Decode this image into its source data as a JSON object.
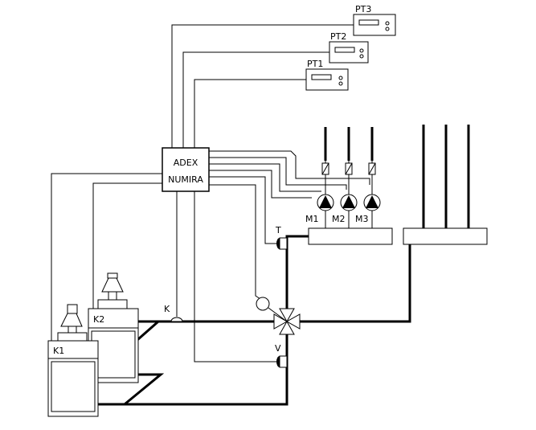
{
  "controller": {
    "line1": "ADEX",
    "line2": "NUMIRA"
  },
  "thermostats": [
    {
      "label": "PT1"
    },
    {
      "label": "PT2"
    },
    {
      "label": "PT3"
    }
  ],
  "pumps": [
    {
      "label": "M1"
    },
    {
      "label": "M2"
    },
    {
      "label": "M3"
    }
  ],
  "boilers": [
    {
      "label": "K1"
    },
    {
      "label": "K2"
    }
  ],
  "sensors": {
    "t_label": "T",
    "v_label": "V",
    "k_label": "K"
  }
}
